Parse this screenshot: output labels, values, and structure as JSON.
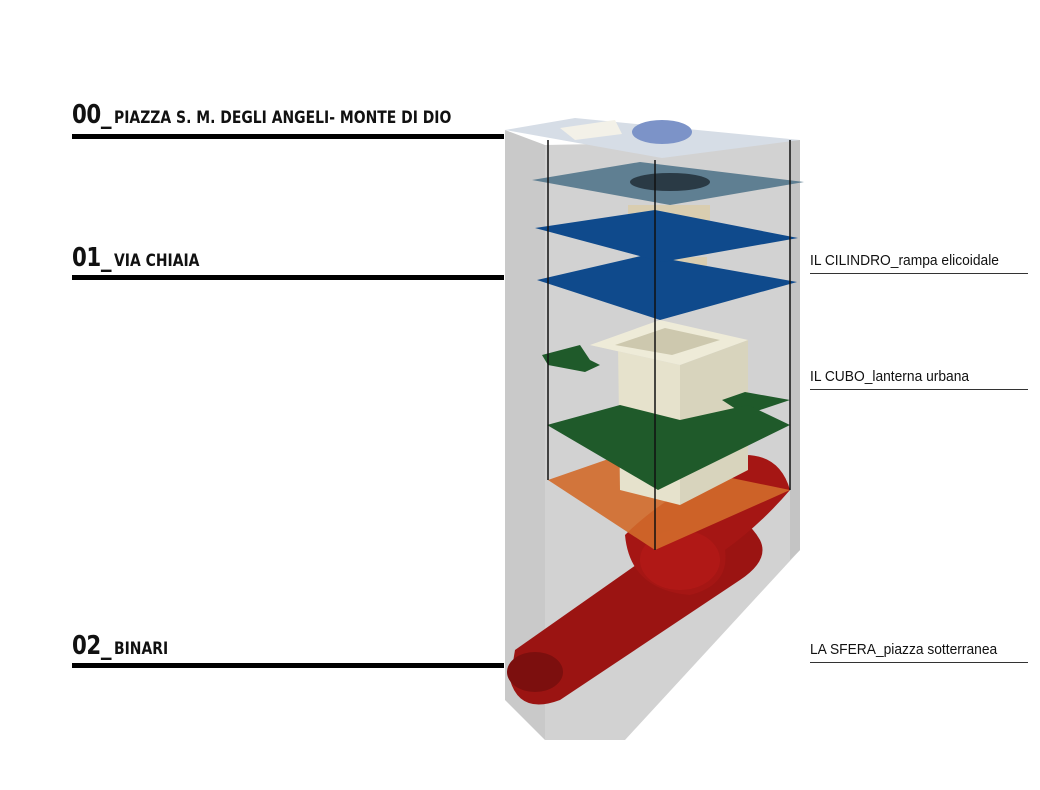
{
  "levels": [
    {
      "code": "00_",
      "name": "PIAZZA S. M. DEGLI ANGELI- MONTE DI DIO"
    },
    {
      "code": "01_",
      "name": "VIA CHIAIA"
    },
    {
      "code": "02_",
      "name": "BINARI"
    }
  ],
  "components": [
    {
      "label": "IL CILINDRO_rampa elicoidale"
    },
    {
      "label": "IL CUBO_lanterna urbana"
    },
    {
      "label": "LA SFERA_piazza sotterranea"
    }
  ],
  "colors": {
    "volume": "#cfcfcf",
    "top_plane": "#d6dde6",
    "grey_blue_plane": "#5f7f92",
    "blue_plane": "#0f4a8c",
    "green_plane": "#1f5a2a",
    "orange_plane": "#d26a2a",
    "tube": "#9b1412",
    "cube": "#e6e2cc"
  }
}
